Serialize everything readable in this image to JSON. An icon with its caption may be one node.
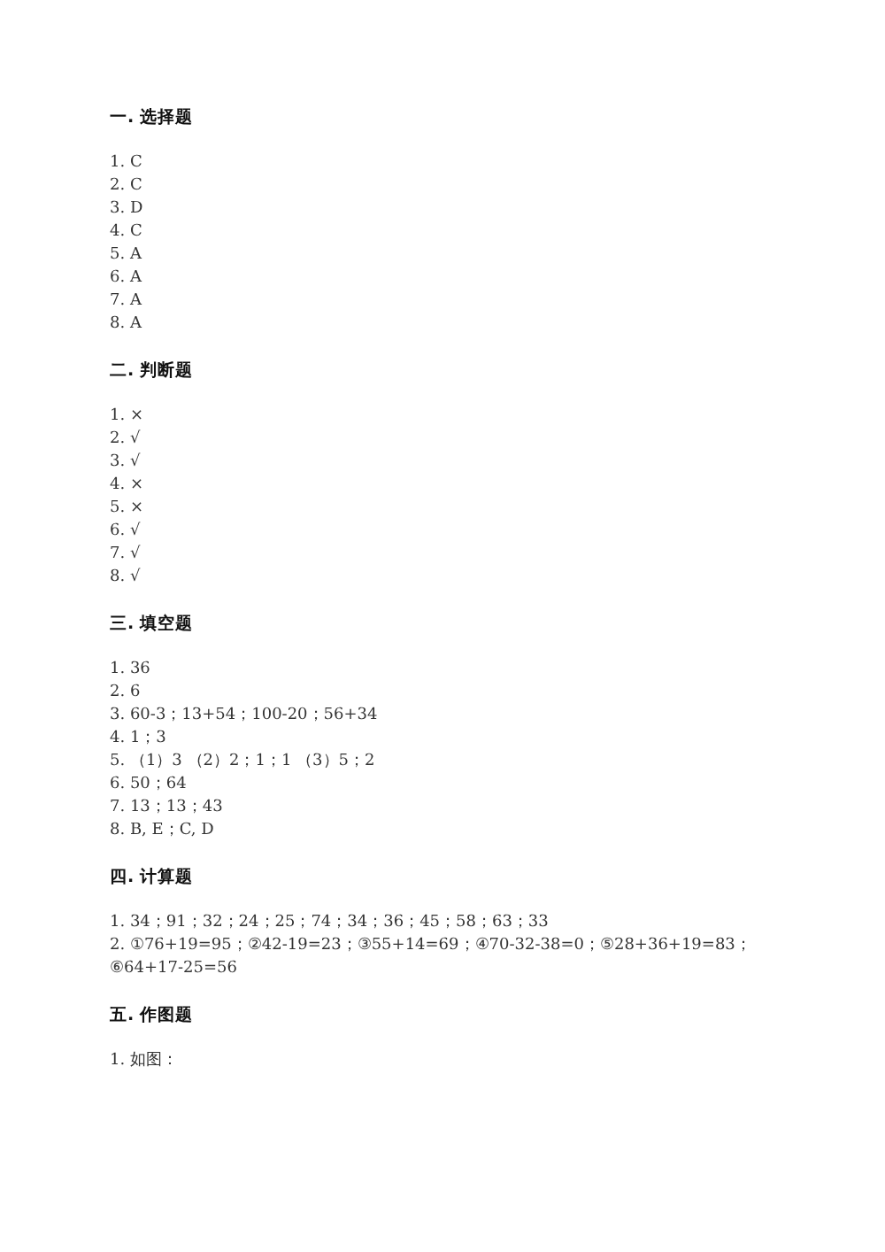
{
  "diagram": {
    "labels": [
      "一. 选择题",
      "1. C",
      "2. C",
      "3. D",
      "4. C",
      "5. A",
      "6. A",
      "7. A",
      "8. A",
      "二. 判断题",
      "1. ×",
      "2. √",
      "3. √",
      "4. ×",
      "5. ×",
      "6. √",
      "7. √",
      "8. √",
      "三. 填空题",
      "1. 36",
      "2. 6",
      "3. 60-3；13+54；100-20；56+34",
      "4. 1；3",
      "5. （1）3 （2）2；1；1 （3）5；2",
      "6. 50；64",
      "7. 13；13；43",
      "8. B, E；C, D",
      "四. 计算题",
      "1. 34；91；32；24；25；74；34；36；45；58；63；33",
      "2. ①76+19=95；②42-19=23；③55+14=69；④70-32-38=0；⑤28+36+19=83；⑥64+17-25=56",
      "五. 作图题",
      "1. 如图："
    ]
  }
}
